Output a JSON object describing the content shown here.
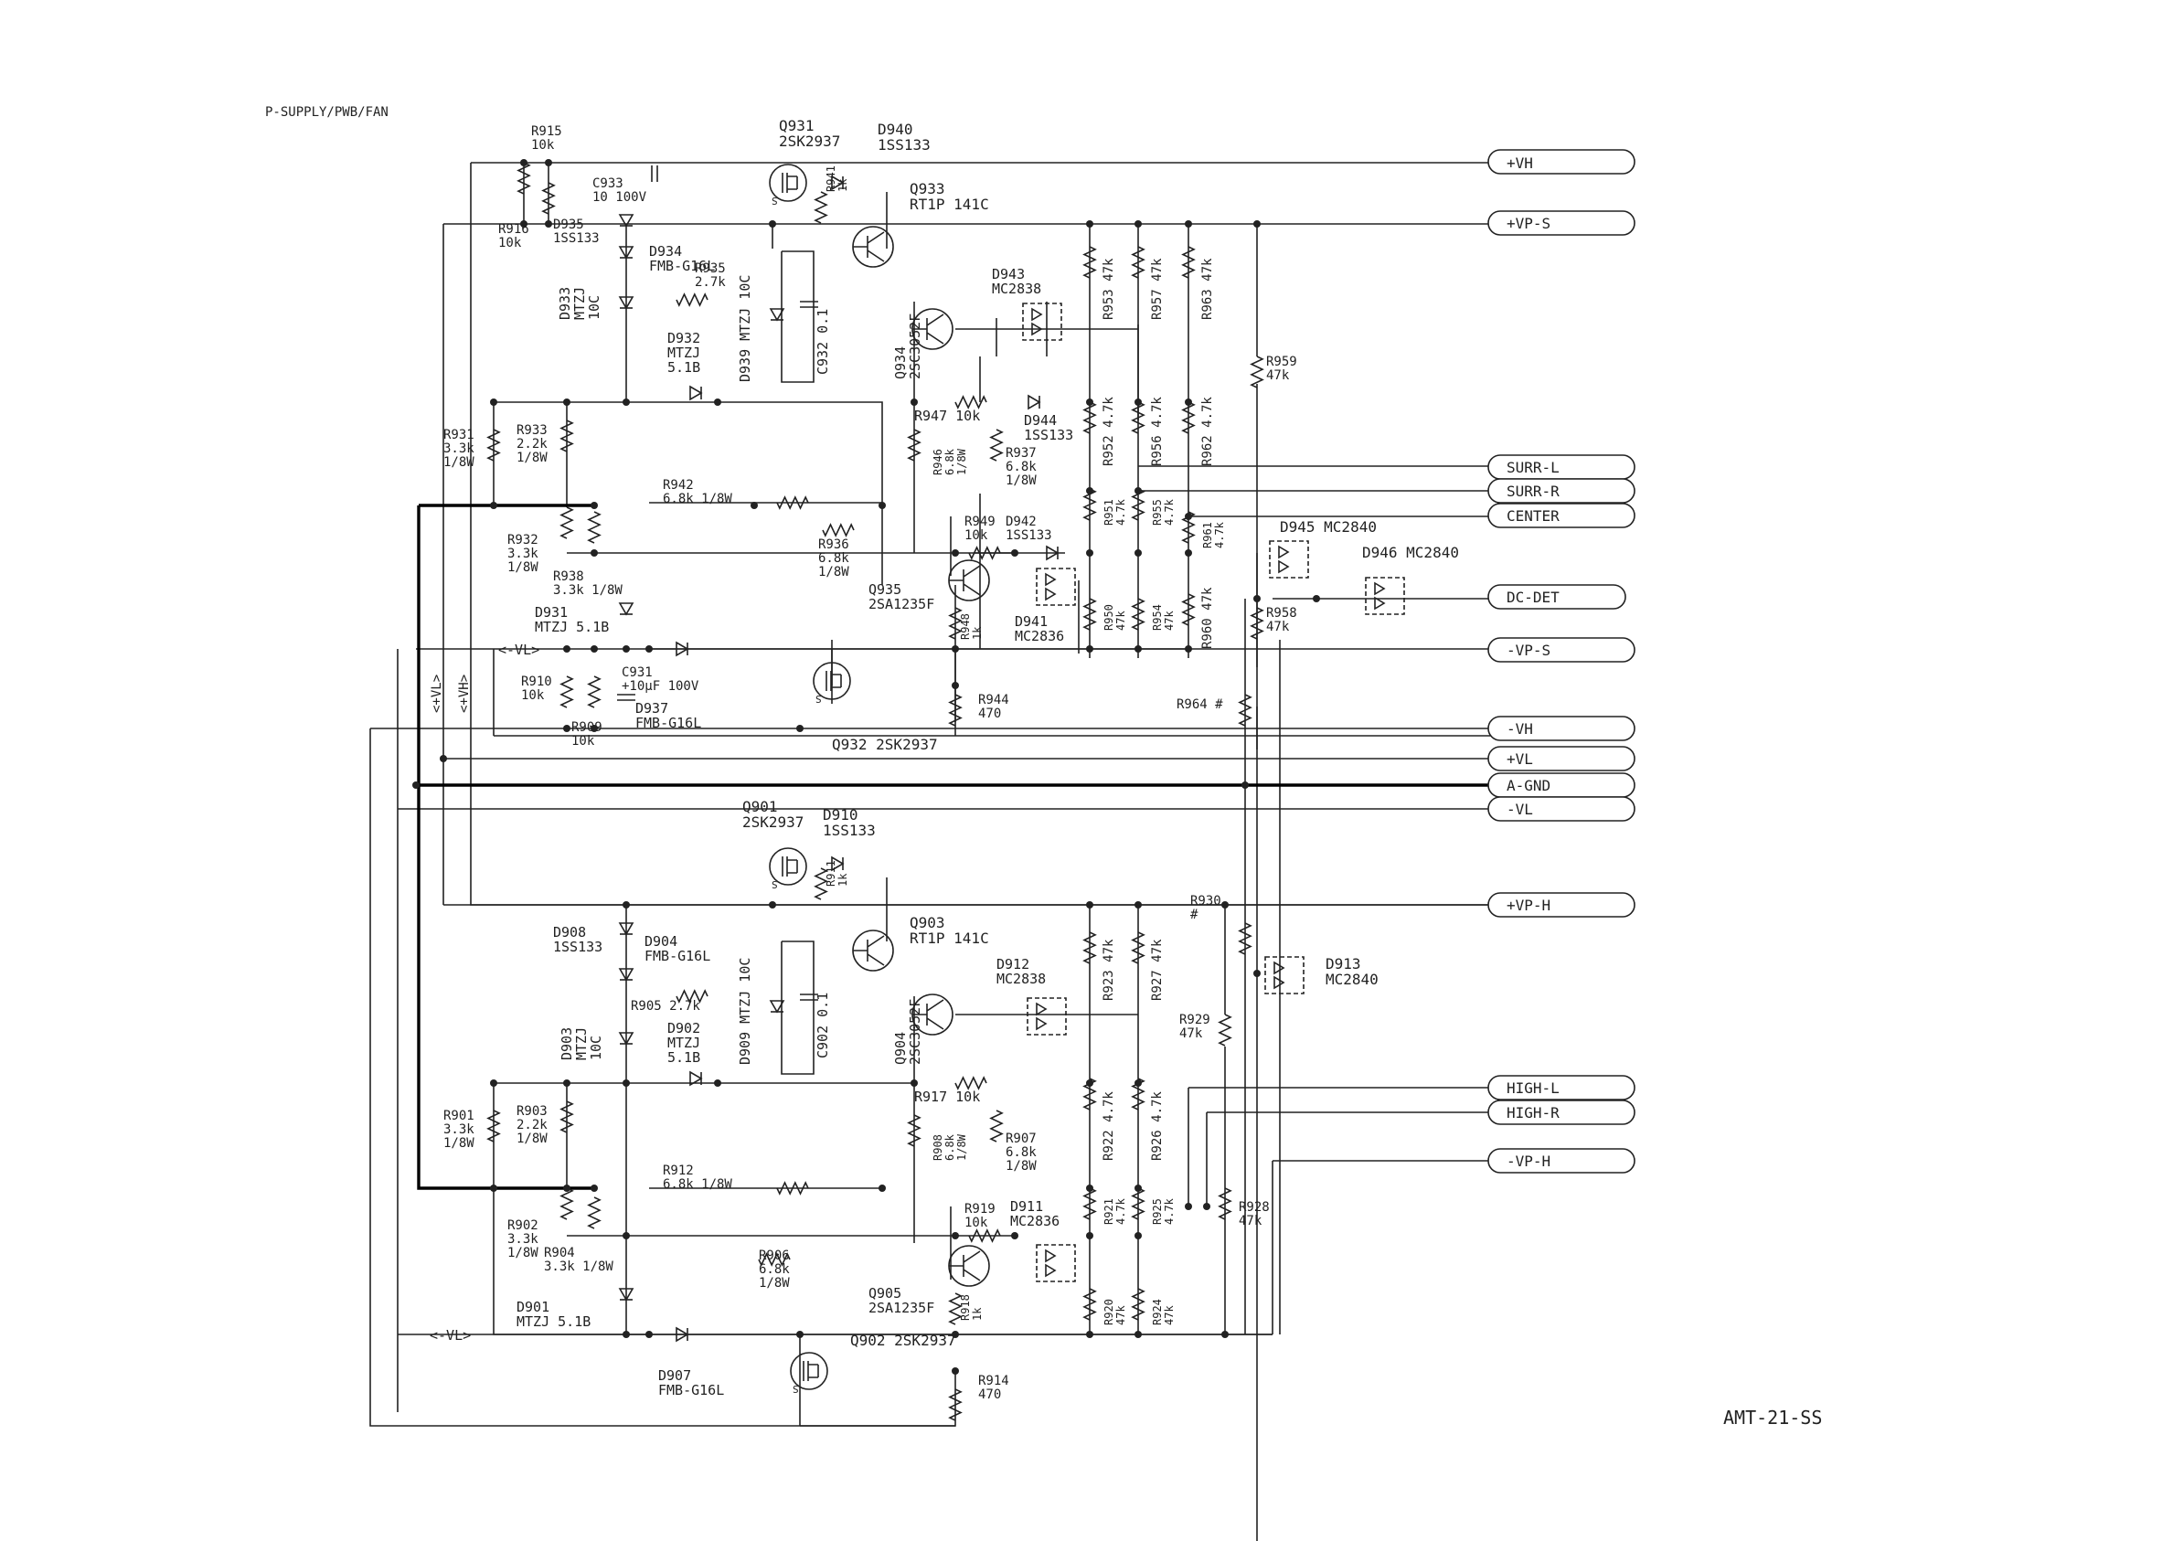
{
  "header": {
    "section_title": "P-SUPPLY/PWB/FAN"
  },
  "footer": {
    "model_code": "AMT-21-SS"
  },
  "rails": [
    {
      "id": "vh",
      "label": "+VH"
    },
    {
      "id": "vps",
      "label": "+VP-S"
    },
    {
      "id": "surrl",
      "label": "SURR-L"
    },
    {
      "id": "surrr",
      "label": "SURR-R"
    },
    {
      "id": "center",
      "label": "CENTER"
    },
    {
      "id": "dcdet",
      "label": "DC-DET"
    },
    {
      "id": "nvps",
      "label": "-VP-S"
    },
    {
      "id": "nvh",
      "label": "-VH"
    },
    {
      "id": "pvl",
      "label": "+VL"
    },
    {
      "id": "agnd",
      "label": "A-GND"
    },
    {
      "id": "nvl",
      "label": "-VL"
    },
    {
      "id": "pvph",
      "label": "+VP-H"
    },
    {
      "id": "highl",
      "label": "HIGH-L"
    },
    {
      "id": "highr",
      "label": "HIGH-R"
    },
    {
      "id": "nvph",
      "label": "-VP-H"
    }
  ],
  "local_nets": {
    "neg_vl_upper": "<-VL>",
    "neg_vl_lower": "<-VL>",
    "pos_vl_vertical": "<+VL>",
    "pos_vh_vertical": "<+VH>"
  },
  "components": {
    "R915": [
      "R915",
      "10k"
    ],
    "R916": [
      "R916",
      "10k"
    ],
    "C933": [
      "C933",
      "10 100V"
    ],
    "D935": [
      "D935",
      "1SS133"
    ],
    "Q931": [
      "Q931",
      "2SK2937"
    ],
    "D940": [
      "D940",
      "1SS133"
    ],
    "Q933": [
      "Q933",
      "RT1P 141C"
    ],
    "R941": [
      "R941",
      "1k"
    ],
    "D934": [
      "D934",
      "FMB-G16L"
    ],
    "R935": [
      "R935",
      "2.7k"
    ],
    "D933": [
      "D933",
      "MTZJ",
      "10C"
    ],
    "D939": [
      "D939 MTZJ 10C"
    ],
    "C932": [
      "C932 0.1"
    ],
    "Q934": [
      "Q934",
      "2SC3052F"
    ],
    "D943": [
      "D943",
      "MC2838"
    ],
    "R953": [
      "R953 47k"
    ],
    "R957": [
      "R957 47k"
    ],
    "R963": [
      "R963 47k"
    ],
    "R959": [
      "R959",
      "47k"
    ],
    "D932": [
      "D932",
      "MTZJ",
      "5.1B"
    ],
    "R947": [
      "R947 10k"
    ],
    "D944": [
      "D944",
      "1SS133"
    ],
    "R952": [
      "R952 4.7k"
    ],
    "R956": [
      "R956 4.7k"
    ],
    "R962": [
      "R962 4.7k"
    ],
    "R931": [
      "R931",
      "3.3k",
      "1/8W"
    ],
    "R933": [
      "R933",
      "2.2k",
      "1/8W"
    ],
    "R946": [
      "R946",
      "6.8k",
      "1/8W"
    ],
    "R937": [
      "R937",
      "6.8k",
      "1/8W"
    ],
    "R942": [
      "R942",
      "6.8k 1/8W"
    ],
    "R951": [
      "R951",
      "4.7k"
    ],
    "R955": [
      "R955",
      "4.7k"
    ],
    "R961": [
      "R961",
      "4.7k"
    ],
    "R932": [
      "R932",
      "3.3k",
      "1/8W"
    ],
    "R938": [
      "R938",
      "3.3k 1/8W"
    ],
    "R936": [
      "R936",
      "6.8k",
      "1/8W"
    ],
    "R949": [
      "R949",
      "10k"
    ],
    "D942": [
      "D942",
      "1SS133"
    ],
    "D945": [
      "D945 MC2840"
    ],
    "D946": [
      "D946 MC2840"
    ],
    "Q935": [
      "Q935",
      "2SA1235F"
    ],
    "R948": [
      "R948",
      "1k"
    ],
    "D941": [
      "D941",
      "MC2836"
    ],
    "R950": [
      "R950",
      "47k"
    ],
    "R954": [
      "R954",
      "47k"
    ],
    "R960": [
      "R960 47k"
    ],
    "R958": [
      "R958",
      "47k"
    ],
    "D931": [
      "D931",
      "MTZJ 5.1B"
    ],
    "C931": [
      "C931",
      "+10µF 100V"
    ],
    "R910": [
      "R910",
      "10k"
    ],
    "D937": [
      "D937",
      "FMB-G16L"
    ],
    "R909": [
      "R909",
      "10k"
    ],
    "R944": [
      "R944",
      "470"
    ],
    "R964": [
      "R964 #"
    ],
    "Q932": [
      "Q932 2SK2937"
    ],
    "Q901": [
      "Q901",
      "2SK2937"
    ],
    "D910": [
      "D910",
      "1SS133"
    ],
    "R911": [
      "R911",
      "1k"
    ],
    "D908": [
      "D908",
      "1SS133"
    ],
    "D904": [
      "D904",
      "FMB-G16L"
    ],
    "Q903": [
      "Q903",
      "RT1P 141C"
    ],
    "D909": [
      "D909 MTZJ 10C"
    ],
    "C902": [
      "C902 0.1"
    ],
    "Q904": [
      "Q904",
      "2SC3052F"
    ],
    "D912": [
      "D912",
      "MC2838"
    ],
    "R923": [
      "R923 47k"
    ],
    "R927": [
      "R927 47k"
    ],
    "R930": [
      "R930",
      "#"
    ],
    "D913": [
      "D913",
      "MC2840"
    ],
    "R929": [
      "R929",
      "47k"
    ],
    "R905": [
      "R905 2.7k"
    ],
    "D903": [
      "D903",
      "MTZJ",
      "10C"
    ],
    "D902": [
      "D902",
      "MTZJ",
      "5.1B"
    ],
    "R917": [
      "R917 10k"
    ],
    "R922": [
      "R922 4.7k"
    ],
    "R926": [
      "R926 4.7k"
    ],
    "R901": [
      "R901",
      "3.3k",
      "1/8W"
    ],
    "R903": [
      "R903",
      "2.2k",
      "1/8W"
    ],
    "R908": [
      "R908",
      "6.8k",
      "1/8W"
    ],
    "R907": [
      "R907",
      "6.8k",
      "1/8W"
    ],
    "R912": [
      "R912",
      "6.8k 1/8W"
    ],
    "R902": [
      "R902",
      "3.3k",
      "1/8W"
    ],
    "R904": [
      "R904",
      "3.3k 1/8W"
    ],
    "R906": [
      "R906",
      "6.8k",
      "1/8W"
    ],
    "R919": [
      "R919",
      "10k"
    ],
    "D911": [
      "D911",
      "MC2836"
    ],
    "R921": [
      "R921",
      "4.7k"
    ],
    "R925": [
      "R925",
      "4.7k"
    ],
    "R928": [
      "R928",
      "47k"
    ],
    "Q905": [
      "Q905",
      "2SA1235F"
    ],
    "R918": [
      "R918",
      "1k"
    ],
    "R920": [
      "R920",
      "47k"
    ],
    "R924": [
      "R924",
      "47k"
    ],
    "D901": [
      "D901",
      "MTZJ 5.1B"
    ],
    "Q902": [
      "Q902 2SK2937"
    ],
    "D907": [
      "D907",
      "FMB-G16L"
    ],
    "R914": [
      "R914",
      "470"
    ]
  }
}
